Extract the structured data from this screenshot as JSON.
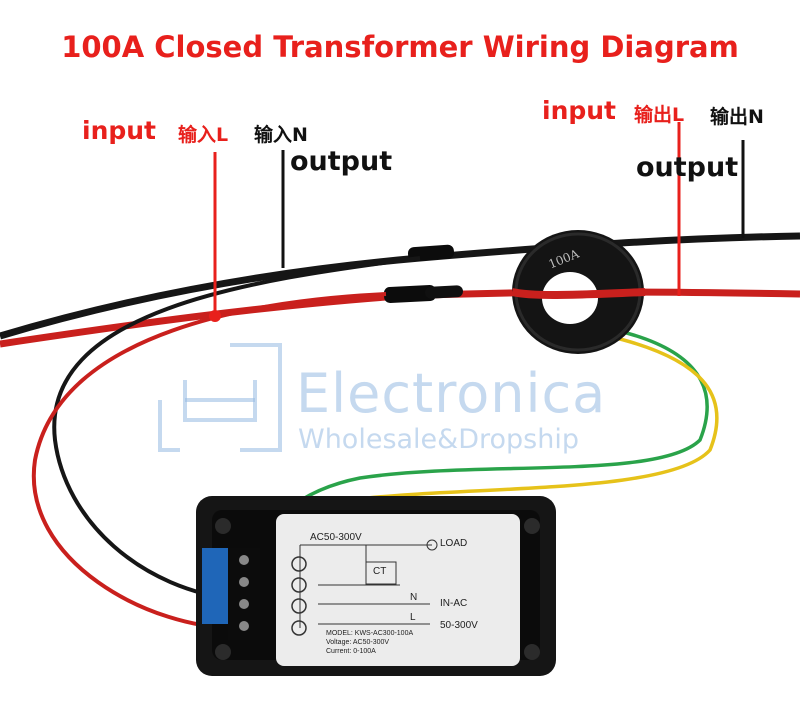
{
  "title": "100A Closed Transformer Wiring Diagram",
  "labels": {
    "input_left": "input",
    "input_l_left": "输入L",
    "input_n_left": "输入N",
    "output_left": "output",
    "input_right": "input",
    "output_l_right": "输出L",
    "output_n_right": "输出N",
    "output_right": "output"
  },
  "transformer": {
    "rating": "100A"
  },
  "watermark": {
    "brand": "Electronica",
    "tagline": "Wholesale&Dropship"
  },
  "meter_face": {
    "supply": "AC50-300V",
    "load": "LOAD",
    "ct": "CT",
    "n": "N",
    "l": "L",
    "in_ac": "IN-AC",
    "range": "50-300V",
    "model": "MODEL: KWS-AC300-100A",
    "voltage": "Voltage: AC50-300V",
    "current": "Current: 0-100A"
  },
  "colors": {
    "title": "#e8201c",
    "live_wire": "#d8201c",
    "neutral_wire": "#111111",
    "signal_green": "#2aa34a",
    "signal_yellow": "#e6c21a"
  }
}
